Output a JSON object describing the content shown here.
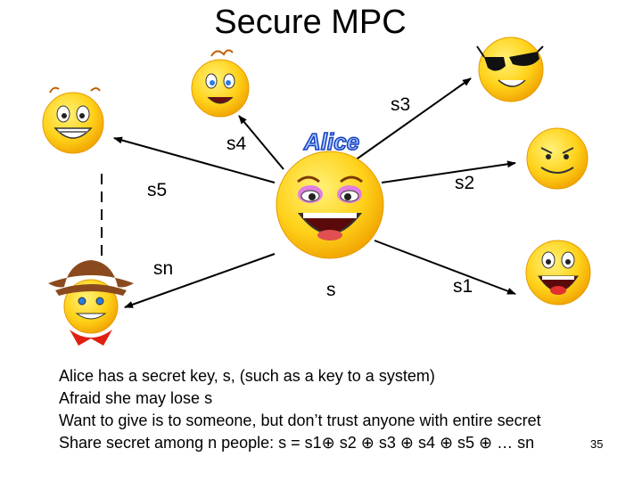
{
  "title": "Secure MPC",
  "badge": "Alice",
  "labels": {
    "s1": "s1",
    "s2": "s2",
    "s3": "s3",
    "s4": "s4",
    "s5": "s5",
    "sn": "sn",
    "s": "s"
  },
  "bullets": [
    "Alice has a secret key, s, (such as a key to a system)",
    "Afraid she may lose s",
    "Want to give is to someone, but don’t trust anyone with entire secret",
    "Share secret among n people: s = s1⊕ s2 ⊕ s3 ⊕ s4 ⊕ s5 ⊕ … sn"
  ],
  "page_number": "35",
  "colors": {
    "face": "#ffd21a",
    "face_edge": "#e69a00",
    "arrow": "#000000",
    "badge_fill": "#9fc8ff",
    "badge_edge": "#1a3fbf",
    "hat": "#8a4a1e",
    "bandana": "#e02010"
  }
}
